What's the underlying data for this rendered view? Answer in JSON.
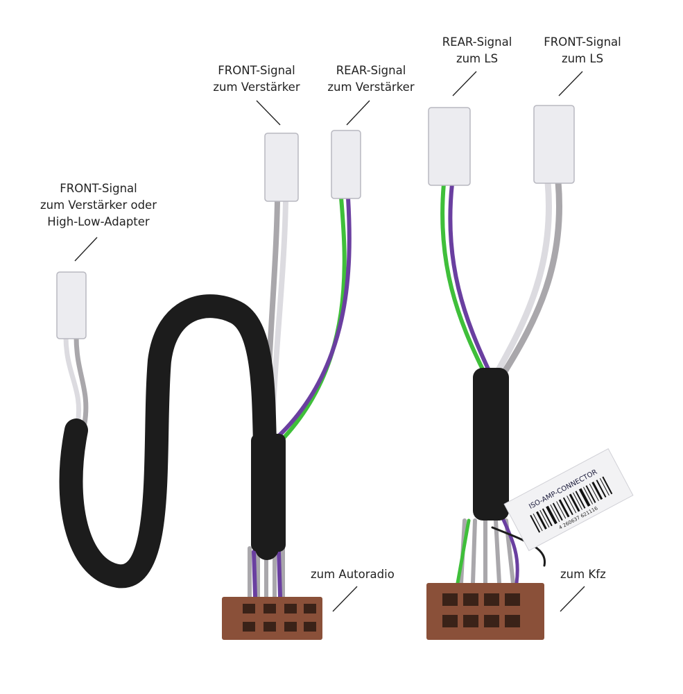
{
  "labels": {
    "front_amp_or_adapter": [
      "FRONT-Signal",
      "zum Verstärker oder",
      "High-Low-Adapter"
    ],
    "front_amp": [
      "FRONT-Signal",
      "zum Verstärker"
    ],
    "rear_amp": [
      "REAR-Signal",
      "zum Verstärker"
    ],
    "rear_speaker": [
      "REAR-Signal",
      "zum LS"
    ],
    "front_speaker": [
      "FRONT-Signal",
      "zum LS"
    ],
    "radio": "zum Autoradio",
    "car": "zum Kfz"
  },
  "product_tag": {
    "name": "ISO-AMP-CONNECTOR",
    "barcode_number": "4 260637 621116"
  },
  "colors": {
    "sleeve": "#1c1c1c",
    "wire_grey": "#a9a7ab",
    "wire_white": "#dcdbe0",
    "wire_green": "#3fbf3a",
    "wire_purple": "#6a3fa0",
    "connector_white": "#ececf0",
    "iso_connector": "#8a5039"
  }
}
